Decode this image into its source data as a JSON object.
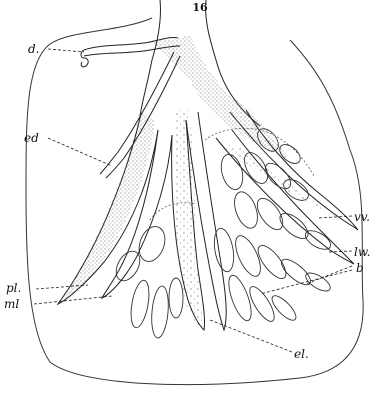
{
  "figure": {
    "number": "16",
    "labels": {
      "d": "d.",
      "ed": "ed",
      "vv": "vv.",
      "lw": "lw.",
      "b": "b",
      "pl": "pl.",
      "ml": "ml",
      "el": "el."
    }
  },
  "colors": {
    "line": "#222222",
    "stipple": "#555555",
    "background": "#ffffff"
  }
}
